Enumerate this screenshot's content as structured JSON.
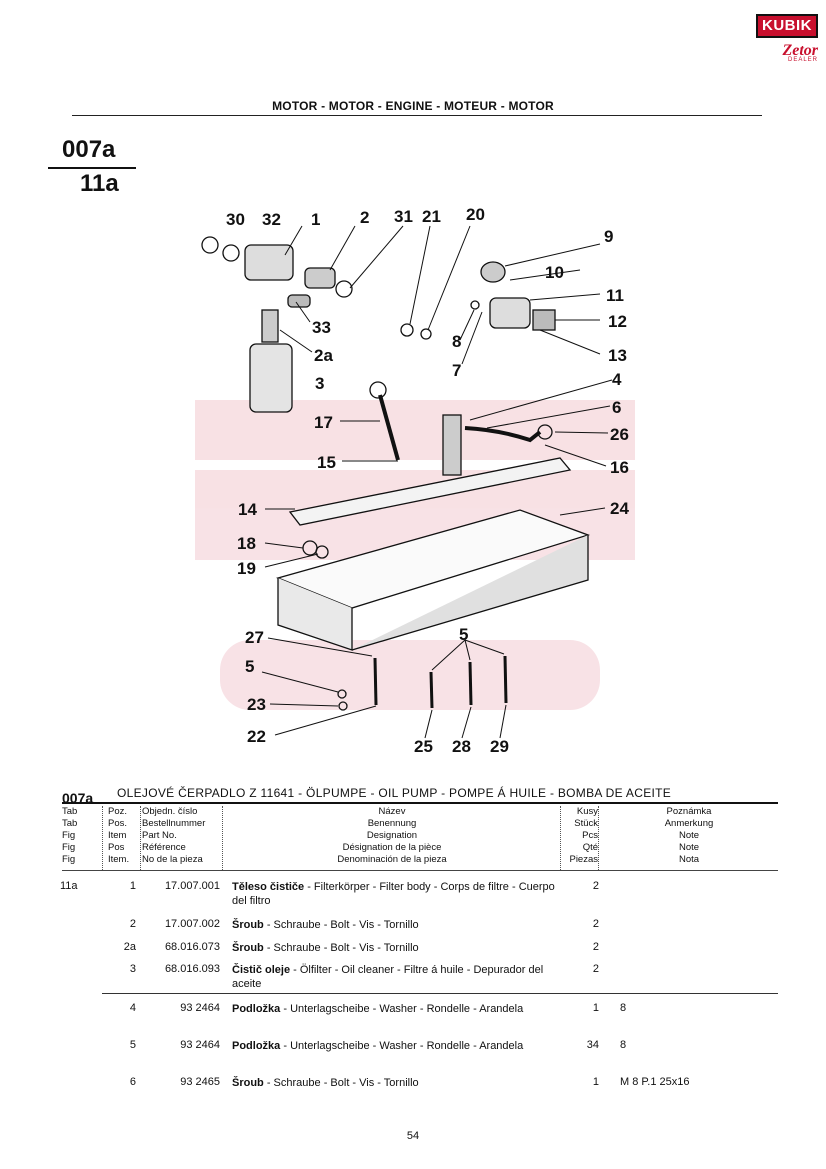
{
  "logo": {
    "brand": "KUBIK",
    "sub": "Zetor",
    "dealer": "DEALER"
  },
  "header": {
    "title": "MOTOR - MOTOR - ENGINE - MOTEUR - MOTOR"
  },
  "section": {
    "number": "007a",
    "figure": "11a"
  },
  "diagram": {
    "callouts": [
      "30",
      "32",
      "1",
      "2",
      "31",
      "21",
      "20",
      "9",
      "10",
      "11",
      "12",
      "13",
      "33",
      "2a",
      "3",
      "8",
      "7",
      "4",
      "6",
      "26",
      "16",
      "17",
      "15",
      "14",
      "24",
      "18",
      "19",
      "27",
      "5",
      "5",
      "23",
      "22",
      "25",
      "28",
      "29"
    ]
  },
  "table": {
    "code": "007a",
    "title": "OLEJOVÉ ČERPADLO Z 11641 - ÖLPUMPE - OIL PUMP - POMPE Á HUILE - BOMBA DE ACEITE",
    "headers": {
      "tab": [
        "Tab",
        "Tab",
        "Fig",
        "Fig",
        "Fig"
      ],
      "pos": [
        "Poz.",
        "Pos.",
        "Item",
        "Pos",
        "Item."
      ],
      "part": [
        "Objedn. číslo",
        "Bestellnummer",
        "Part No.",
        "Référence",
        "No de la pieza"
      ],
      "name": [
        "Název",
        "Benennung",
        "Designation",
        "Désignation de la pièce",
        "Denominación de la pieza"
      ],
      "qty": [
        "Kusy",
        "Stück",
        "Pcs",
        "Qté",
        "Piezas"
      ],
      "note": [
        "Poznámka",
        "Anmerkung",
        "Note",
        "Note",
        "Nota"
      ]
    },
    "rows": [
      {
        "tab": "11a",
        "pos": "1",
        "part": "17.007.001",
        "name_bold": "Těleso čističe",
        "name_rest": " - Filterkörper - Filter body - Corps de filtre - Cuerpo del filtro",
        "qty": "2",
        "note": ""
      },
      {
        "tab": "",
        "pos": "2",
        "part": "17.007.002",
        "name_bold": "Šroub",
        "name_rest": " - Schraube - Bolt - Vis - Tornillo",
        "qty": "2",
        "note": ""
      },
      {
        "tab": "",
        "pos": "2a",
        "part": "68.016.073",
        "name_bold": "Šroub",
        "name_rest": " - Schraube - Bolt - Vis - Tornillo",
        "qty": "2",
        "note": ""
      },
      {
        "tab": "",
        "pos": "3",
        "part": "68.016.093",
        "name_bold": "Čistič oleje",
        "name_rest": " - Ölfilter - Oil cleaner - Filtre á huile - Depurador del aceite",
        "qty": "2",
        "note": ""
      },
      {
        "tab": "",
        "pos": "4",
        "part": "93 2464",
        "name_bold": "Podložka",
        "name_rest": " - Unterlagscheibe - Washer - Rondelle - Arandela",
        "qty": "1",
        "note": "8"
      },
      {
        "tab": "",
        "pos": "5",
        "part": "93 2464",
        "name_bold": "Podložka",
        "name_rest": " - Unterlagscheibe - Washer - Rondelle - Arandela",
        "qty": "34",
        "note": "8"
      },
      {
        "tab": "",
        "pos": "6",
        "part": "93 2465",
        "name_bold": "Šroub",
        "name_rest": " - Schraube - Bolt - Vis - Tornillo",
        "qty": "1",
        "note": "M 8 P.1 25x16"
      }
    ]
  },
  "footer": {
    "page": "54"
  }
}
